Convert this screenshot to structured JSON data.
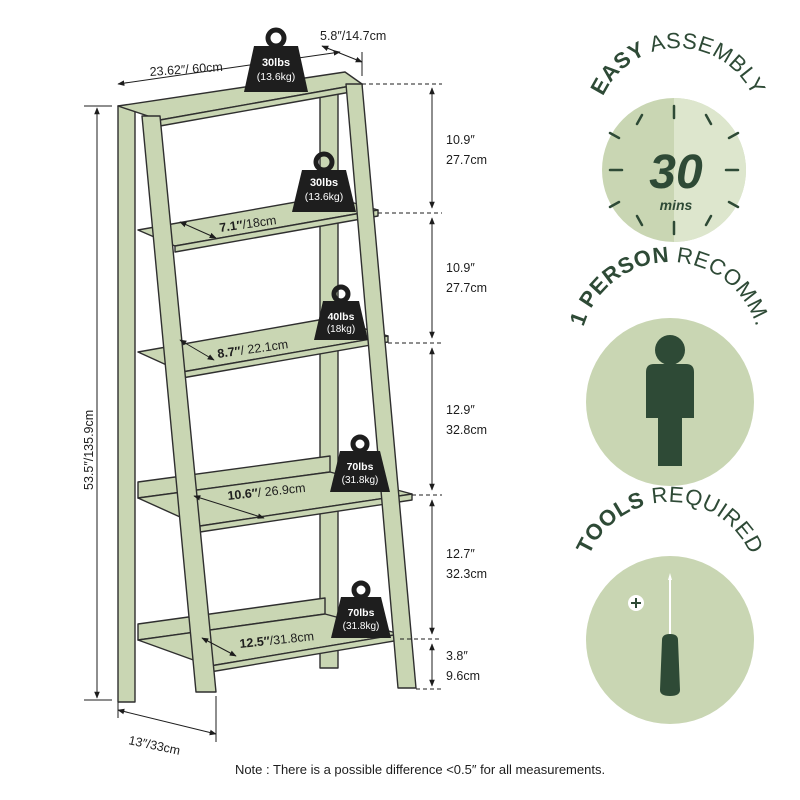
{
  "colors": {
    "shelf_fill": "#c9d6b3",
    "shelf_stroke": "#2f2f2f",
    "badge_fill": "#c9d6b3",
    "badge_dark": "#2e4a36",
    "weight_fill": "#1e1e1e"
  },
  "dimensions": {
    "width": "23.62″/ 60cm",
    "top_depth": "5.8″/14.7cm",
    "height": "53.5″/135.9cm",
    "base_depth": "13″/33cm",
    "gaps": [
      {
        "in": "10.9″",
        "cm": "27.7cm"
      },
      {
        "in": "10.9″",
        "cm": "27.7cm"
      },
      {
        "in": "12.9″",
        "cm": "32.8cm"
      },
      {
        "in": "12.7″",
        "cm": "32.3cm"
      },
      {
        "in": "3.8″",
        "cm": "9.6cm"
      }
    ],
    "shelf_depths": [
      {
        "in": "7.1″",
        "cm": "/18cm"
      },
      {
        "in": "8.7″",
        "cm": "/ 22.1cm"
      },
      {
        "in": "10.6″",
        "cm": "/ 26.9cm"
      },
      {
        "in": "12.5″",
        "cm": "/31.8cm"
      }
    ]
  },
  "weights": [
    {
      "lbs": "30lbs",
      "kg": "(13.6kg)"
    },
    {
      "lbs": "30lbs",
      "kg": "(13.6kg)"
    },
    {
      "lbs": "40lbs",
      "kg": "(18kg)"
    },
    {
      "lbs": "70lbs",
      "kg": "(31.8kg)"
    },
    {
      "lbs": "70lbs",
      "kg": "(31.8kg)"
    }
  ],
  "badges": {
    "assembly": {
      "title_bold": "EASY",
      "title_rest": " ASSEMBLY",
      "value": "30",
      "unit": "mins"
    },
    "person": {
      "title_bold": "1 PERSON",
      "title_rest": " RECOMM."
    },
    "tools": {
      "title_bold": "TOOLS",
      "title_rest": " REQUIRED"
    }
  },
  "note": "Note : There is a possible difference <0.5″ for all measurements."
}
